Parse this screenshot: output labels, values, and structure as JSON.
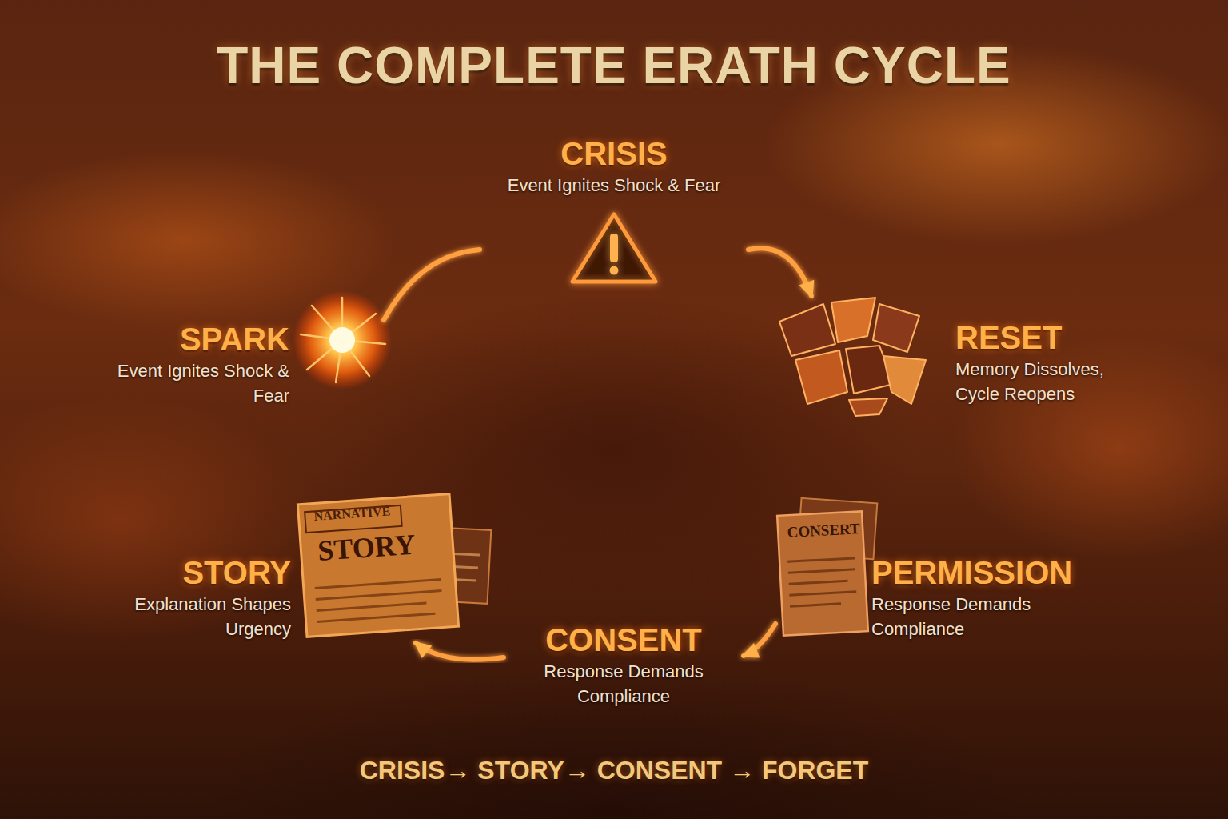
{
  "diagram": {
    "title": "THE COMPLETE ERATH CYCLE",
    "nodes": [
      {
        "text": [
          "CRISIS",
          "Event Ignites Shock & Fear"
        ]
      },
      {
        "text": [
          "SPARK",
          "Event Ignites Shock & Fear"
        ]
      },
      {
        "text": [
          "RESET",
          "Memory Dissolves, Cycle Reopens"
        ]
      },
      {
        "text": [
          "STORY",
          "Explanation Shapes Urgency"
        ]
      },
      {
        "text": [
          "PERMISSION",
          "Response Demands Compliance"
        ]
      },
      {
        "text": [
          "CONSENT",
          "Response Demands Compliance"
        ]
      }
    ],
    "edges": [
      {
        "from": 0,
        "to": 2,
        "arrow": "to"
      },
      {
        "from": 2,
        "to": 4,
        "arrow": "to"
      },
      {
        "from": 4,
        "to": 5,
        "arrow": "to"
      },
      {
        "from": 5,
        "to": 3,
        "arrow": "to"
      },
      {
        "from": 3,
        "to": 1,
        "arrow": "to"
      },
      {
        "from": 1,
        "to": 0,
        "arrow": "none"
      }
    ],
    "labels": [
      "NARNATIVE",
      "STORY",
      "CONSERT",
      "CRISIS→ STORY→ CONSENT → FORGET"
    ]
  }
}
